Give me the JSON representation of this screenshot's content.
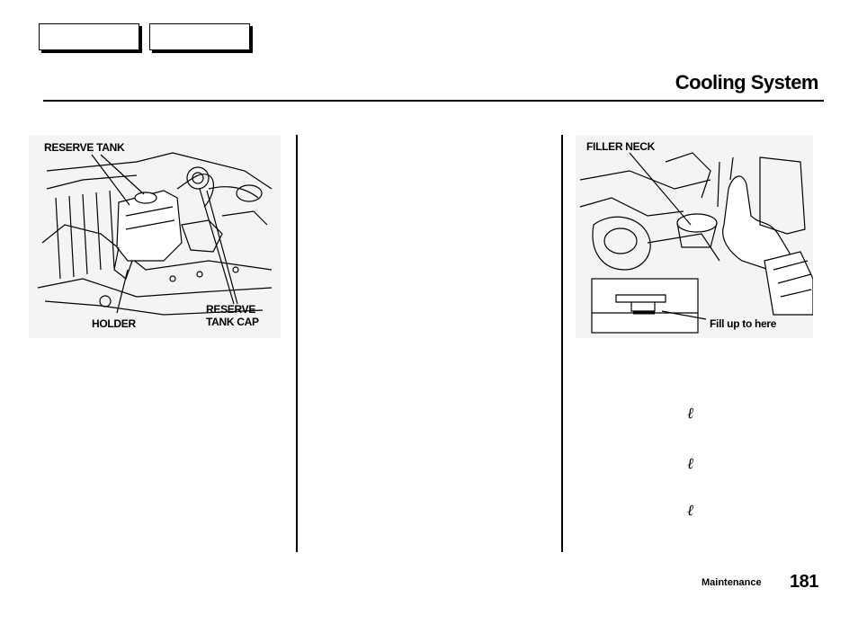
{
  "header": {
    "title": "Cooling System"
  },
  "figure_left": {
    "labels": {
      "reserve_tank": "RESERVE TANK",
      "holder": "HOLDER",
      "reserve_tank_cap_line1": "RESERVE",
      "reserve_tank_cap_line2": "TANK CAP"
    }
  },
  "figure_right": {
    "labels": {
      "filler_neck": "FILLER NECK",
      "fill_up": "Fill up to here"
    }
  },
  "capacity_units": [
    "ℓ",
    "ℓ",
    "ℓ"
  ],
  "footer": {
    "section": "Maintenance",
    "page_number": "181"
  },
  "icons": [
    "engine-reserve-tank-illustration",
    "filler-neck-hand-illustration"
  ]
}
